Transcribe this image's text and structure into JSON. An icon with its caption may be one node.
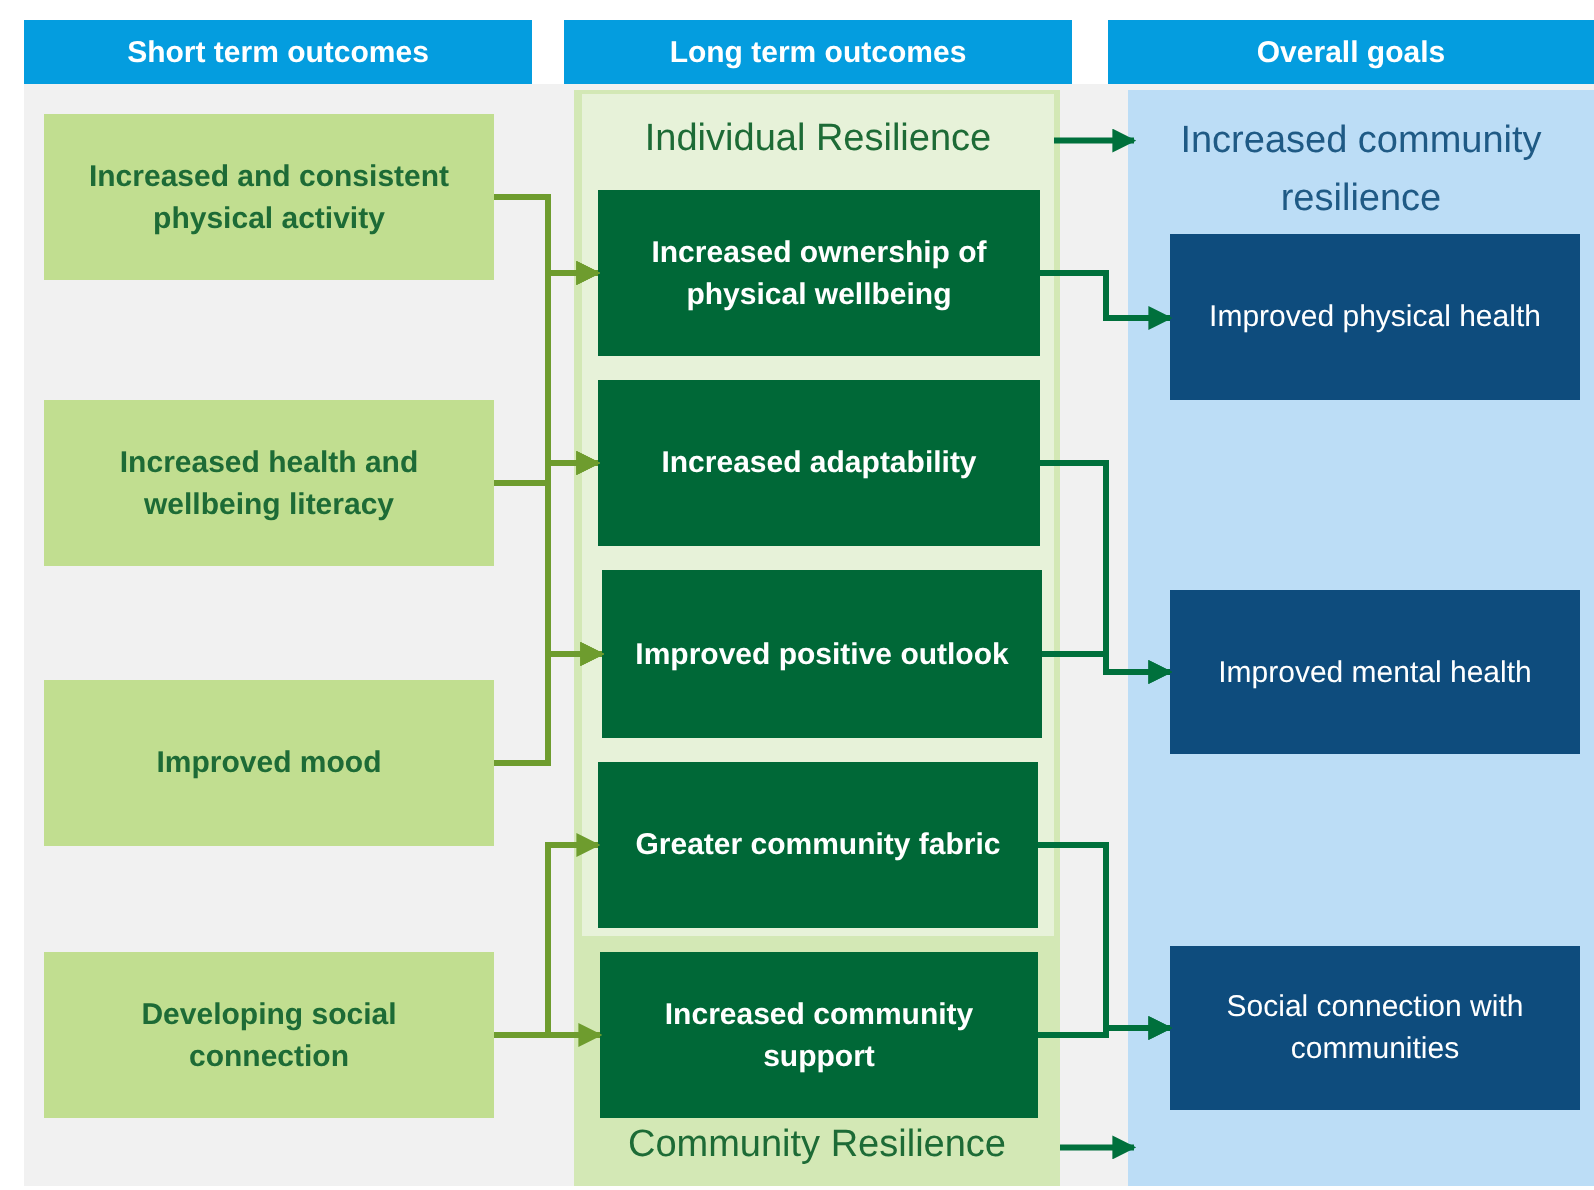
{
  "diagram": {
    "nodes": [
      {
        "text": [
          "Short term outcomes"
        ]
      },
      {
        "text": [
          "Long term outcomes"
        ]
      },
      {
        "text": [
          "Overall goals"
        ]
      },
      {
        "text": [
          "Community Resilience"
        ]
      },
      {
        "text": [
          "Individual Resilience"
        ],
        "in": 3
      },
      {
        "text": [
          "Increased community resilience"
        ]
      },
      {
        "text": [
          "Increased and consistent physical activity"
        ]
      },
      {
        "text": [
          "Increased health and wellbeing literacy"
        ]
      },
      {
        "text": [
          "Improved mood"
        ]
      },
      {
        "text": [
          "Developing social connection"
        ]
      },
      {
        "text": [
          "Increased ownership of physical wellbeing"
        ],
        "in": 4
      },
      {
        "text": [
          "Increased adaptability"
        ],
        "in": 4
      },
      {
        "text": [
          "Improved positive outlook"
        ],
        "in": 4
      },
      {
        "text": [
          "Greater community fabric"
        ],
        "in": 4
      },
      {
        "text": [
          "Increased community support"
        ],
        "in": 3
      },
      {
        "text": [
          "Improved physical health"
        ],
        "in": 5
      },
      {
        "text": [
          "Improved mental health"
        ],
        "in": 5
      },
      {
        "text": [
          "Social connection with communities"
        ],
        "in": 5
      }
    ],
    "edges": [
      {
        "from": 6,
        "to": 10,
        "arrow": "to"
      },
      {
        "from": 6,
        "to": 11,
        "arrow": "to"
      },
      {
        "from": 6,
        "to": 12,
        "arrow": "to"
      },
      {
        "from": 7,
        "to": 10,
        "arrow": "to"
      },
      {
        "from": 7,
        "to": 11,
        "arrow": "to"
      },
      {
        "from": 7,
        "to": 12,
        "arrow": "to"
      },
      {
        "from": 8,
        "to": 10,
        "arrow": "to"
      },
      {
        "from": 8,
        "to": 11,
        "arrow": "to"
      },
      {
        "from": 8,
        "to": 12,
        "arrow": "to"
      },
      {
        "from": 9,
        "to": 13,
        "arrow": "to"
      },
      {
        "from": 9,
        "to": 14,
        "arrow": "to"
      },
      {
        "from": 10,
        "to": 15,
        "arrow": "to",
        "color": "#00703c"
      },
      {
        "from": 11,
        "to": 16,
        "arrow": "to",
        "color": "#00703c"
      },
      {
        "from": 12,
        "to": 16,
        "arrow": "to",
        "color": "#00703c"
      },
      {
        "from": 13,
        "to": 17,
        "arrow": "to",
        "color": "#00703c"
      },
      {
        "from": 14,
        "to": 17,
        "arrow": "to",
        "color": "#00703c"
      },
      {
        "from": 4,
        "to": 5,
        "arrow": "to",
        "color": "#00703c"
      },
      {
        "from": 3,
        "to": 5,
        "arrow": "to",
        "color": "#00703c"
      }
    ]
  }
}
